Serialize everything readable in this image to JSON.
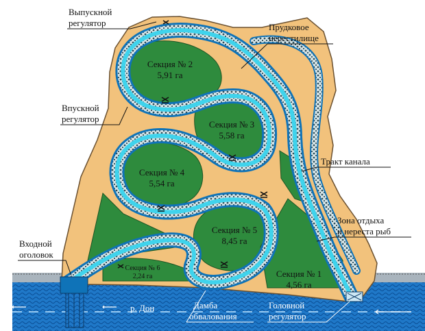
{
  "colors": {
    "dike": "#f2c27c",
    "dike_edge": "#6a5030",
    "section": "#2e8b3d",
    "canal_outer": "#0f73b8",
    "canal_inner": "#3fd3ec",
    "gravel": "#d8e6e9",
    "river": "#1f78c8",
    "river_dark": "#0b4f96"
  },
  "labels": {
    "outlet": "Выпускной\nрегулятор",
    "pond": "Прудковое\nнерестилище",
    "inlet": "Впускной\nрегулятор",
    "channel": "Тракт канала",
    "rest": "Зона отдыха\nи нереста рыб",
    "entry": "Входной\nоголовок",
    "river": "р. Дон",
    "dam": "Дамба\nобвалования",
    "head": "Головной\nрегулятор"
  },
  "sections": [
    {
      "id": "s2",
      "name": "Секция № 2",
      "area": "5,91 га"
    },
    {
      "id": "s3",
      "name": "Секция № 3",
      "area": "5,58 га"
    },
    {
      "id": "s4",
      "name": "Секция № 4",
      "area": "5,54 га"
    },
    {
      "id": "s5",
      "name": "Секция № 5",
      "area": "8,45 га"
    },
    {
      "id": "s6",
      "name": "Секция № 6",
      "area": "2,24 га"
    },
    {
      "id": "s1",
      "name": "Секция № 1",
      "area": "4,56 га"
    }
  ]
}
